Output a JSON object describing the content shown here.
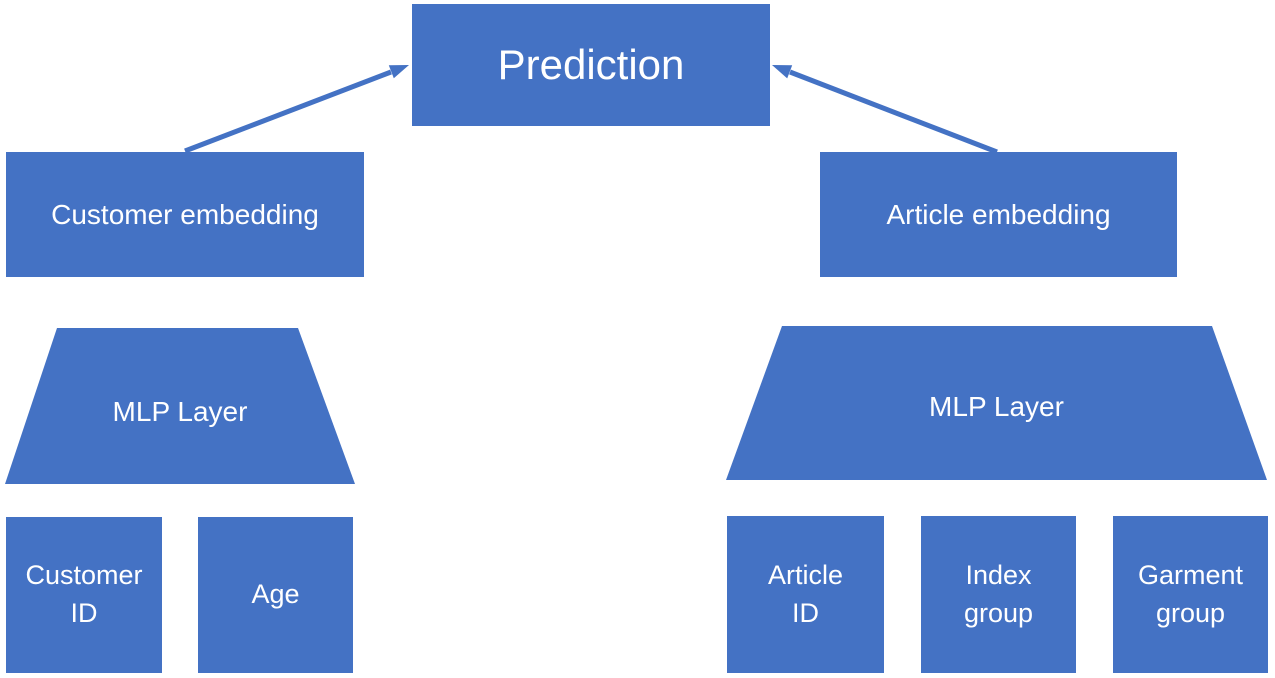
{
  "colors": {
    "shape_fill": "#4472C4",
    "arrow": "#4472C4",
    "label_text": "#FFFFFF",
    "background": "#FFFFFF"
  },
  "nodes": {
    "prediction": {
      "label": "Prediction"
    },
    "customer_embedding": {
      "label": "Customer embedding"
    },
    "article_embedding": {
      "label": "Article embedding"
    },
    "customer_mlp": {
      "label": "MLP Layer"
    },
    "article_mlp": {
      "label": "MLP Layer"
    },
    "customer_id": {
      "label": "Customer\nID"
    },
    "age": {
      "label": "Age"
    },
    "article_id": {
      "label": "Article\nID"
    },
    "index_group": {
      "label": "Index\ngroup"
    },
    "garment_group": {
      "label": "Garment\ngroup"
    }
  },
  "edges": [
    {
      "from": "customer_embedding",
      "to": "prediction"
    },
    {
      "from": "article_embedding",
      "to": "prediction"
    }
  ]
}
